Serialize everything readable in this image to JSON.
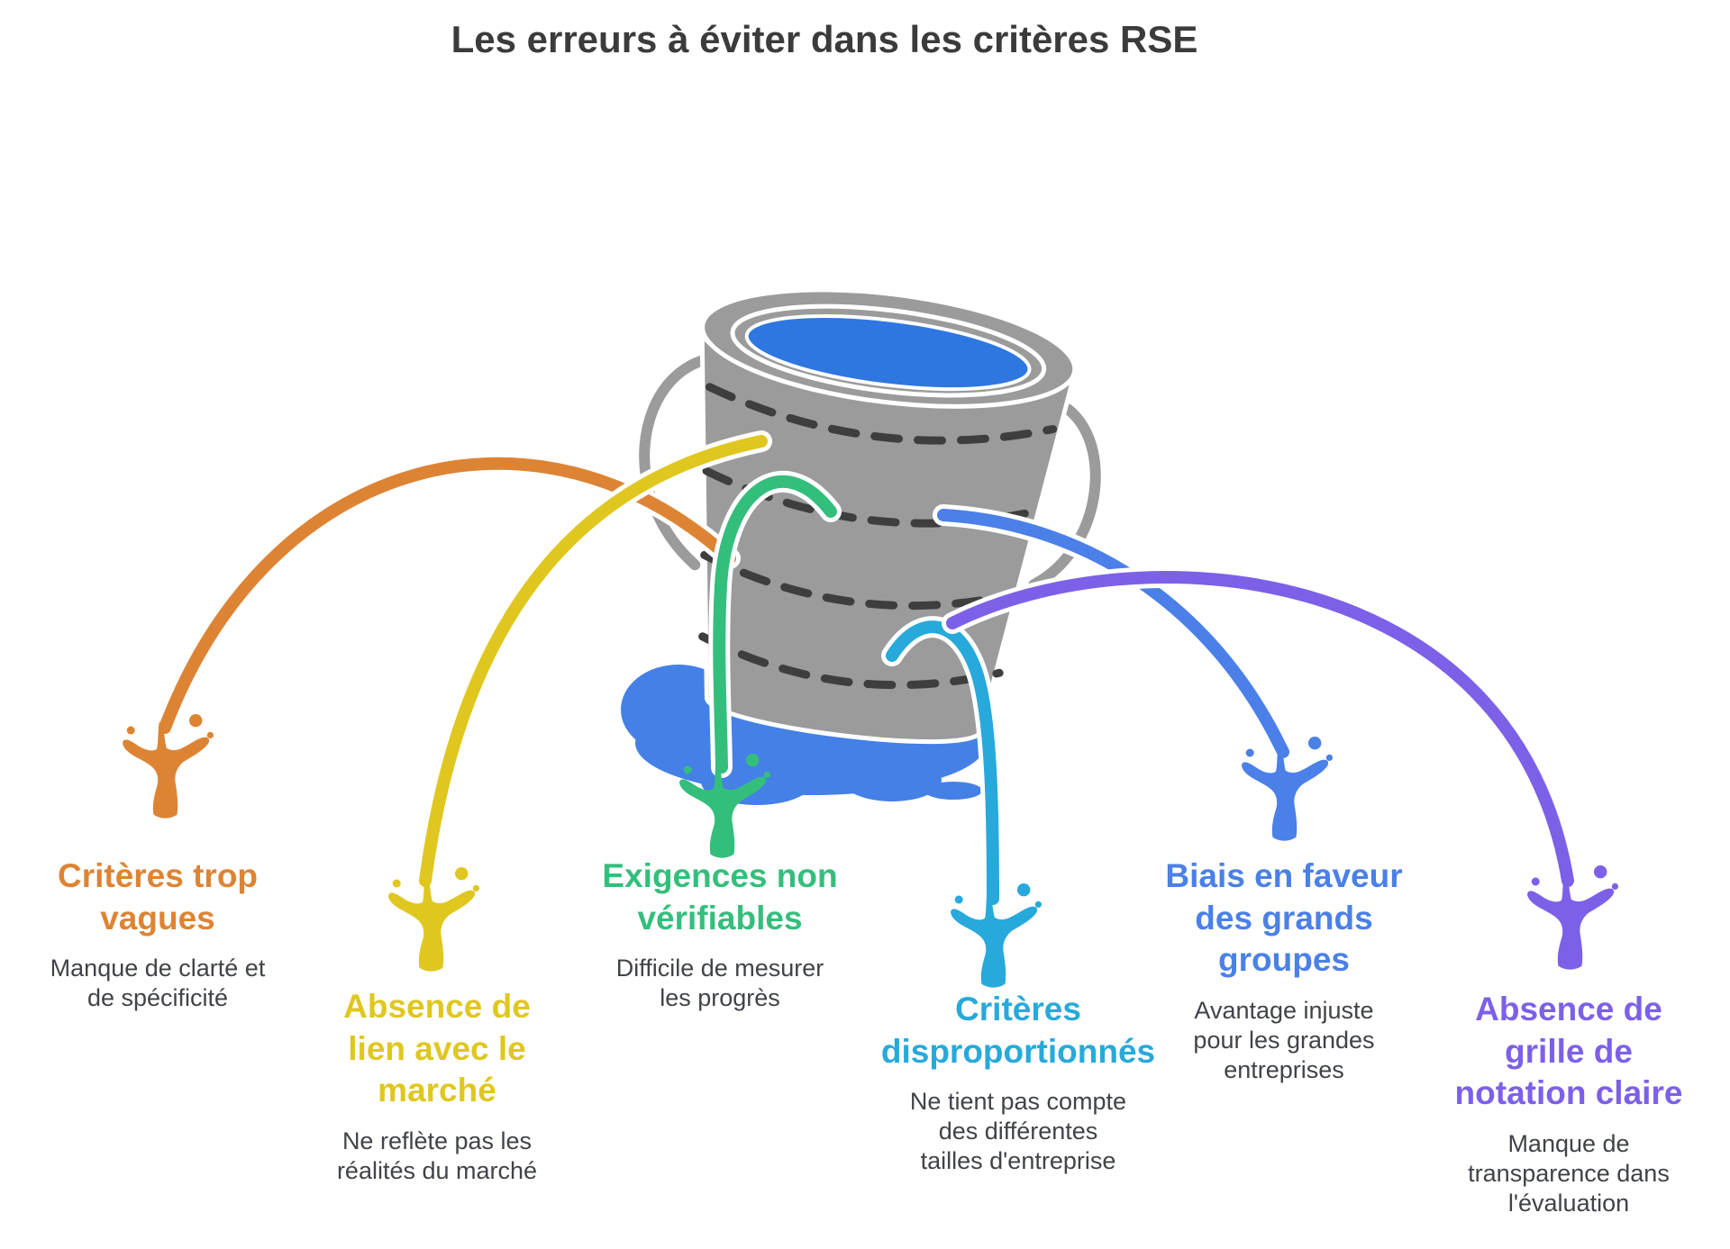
{
  "title": "Les erreurs à éviter dans les critères RSE",
  "colors": {
    "title_text": "#3B3B3B",
    "description_text": "#404347",
    "bucket_gray": "#9B9B9B",
    "bucket_band_dash": "#3E3E3E",
    "water_blue": "#2F77E0",
    "puddle_blue": "#4480E6",
    "background": "#FFFFFF"
  },
  "items": [
    {
      "id": "criteres-trop-vagues",
      "color": "#DD8434",
      "heading": "Critères trop\nvagues",
      "description": "Manque de clarté et\nde spécificité"
    },
    {
      "id": "absence-de-lien-avec-le-marche",
      "color": "#E0C71F",
      "heading": "Absence de\nlien avec le\nmarché",
      "description": "Ne reflète pas les\nréalités du marché"
    },
    {
      "id": "exigences-non-verifiables",
      "color": "#34BE7C",
      "heading": "Exigences non\nvérifiables",
      "description": "Difficile de mesurer\nles progrès"
    },
    {
      "id": "criteres-disproportionnes",
      "color": "#27A9DB",
      "heading": "Critères\ndisproportionnés",
      "description": "Ne tient pas compte\ndes différentes\ntailles d'entreprise"
    },
    {
      "id": "biais-en-faveur-des-grands-groupes",
      "color": "#4A80E8",
      "heading": "Biais en faveur\ndes grands\ngroupes",
      "description": "Avantage injuste\npour les grandes\nentreprises"
    },
    {
      "id": "absence-de-grille-de-notation-claire",
      "color": "#7D60E8",
      "heading": "Absence de\ngrille de\nnotation claire",
      "description": "Manque de\ntransparence dans\nl'évaluation"
    }
  ]
}
